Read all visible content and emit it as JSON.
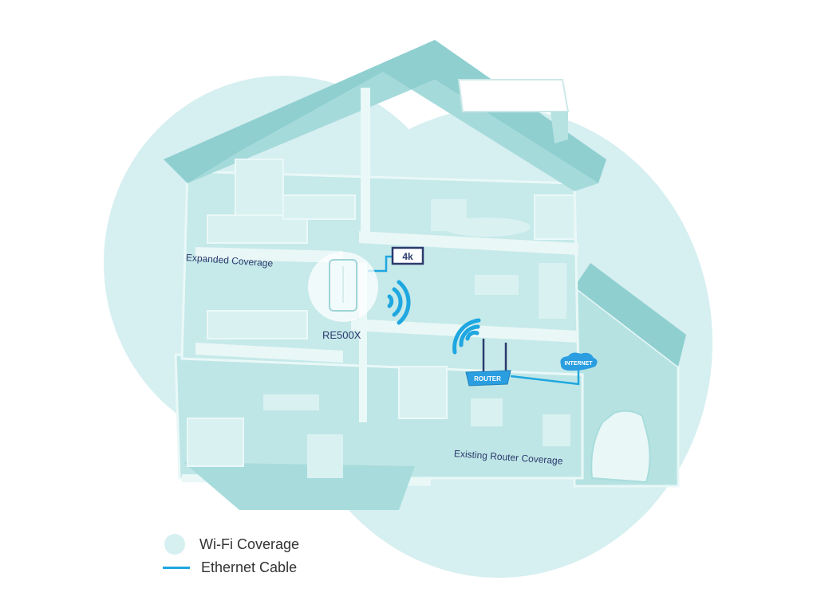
{
  "labels": {
    "expanded_coverage": "Expanded Coverage",
    "existing_coverage": "Existing Router Coverage",
    "device": "RE500X",
    "tv_badge": "4k",
    "router_badge": "ROUTER",
    "internet_badge": "INTERNET"
  },
  "legend": [
    {
      "label": "Wi-Fi Coverage"
    },
    {
      "label": "Ethernet Cable"
    }
  ],
  "colors": {
    "coverage": "#d6eff1",
    "house": "#a8dcdc",
    "ethernet": "#1ea7e0",
    "router": "#2a9ee0",
    "label_text": "#2c3a6e"
  }
}
